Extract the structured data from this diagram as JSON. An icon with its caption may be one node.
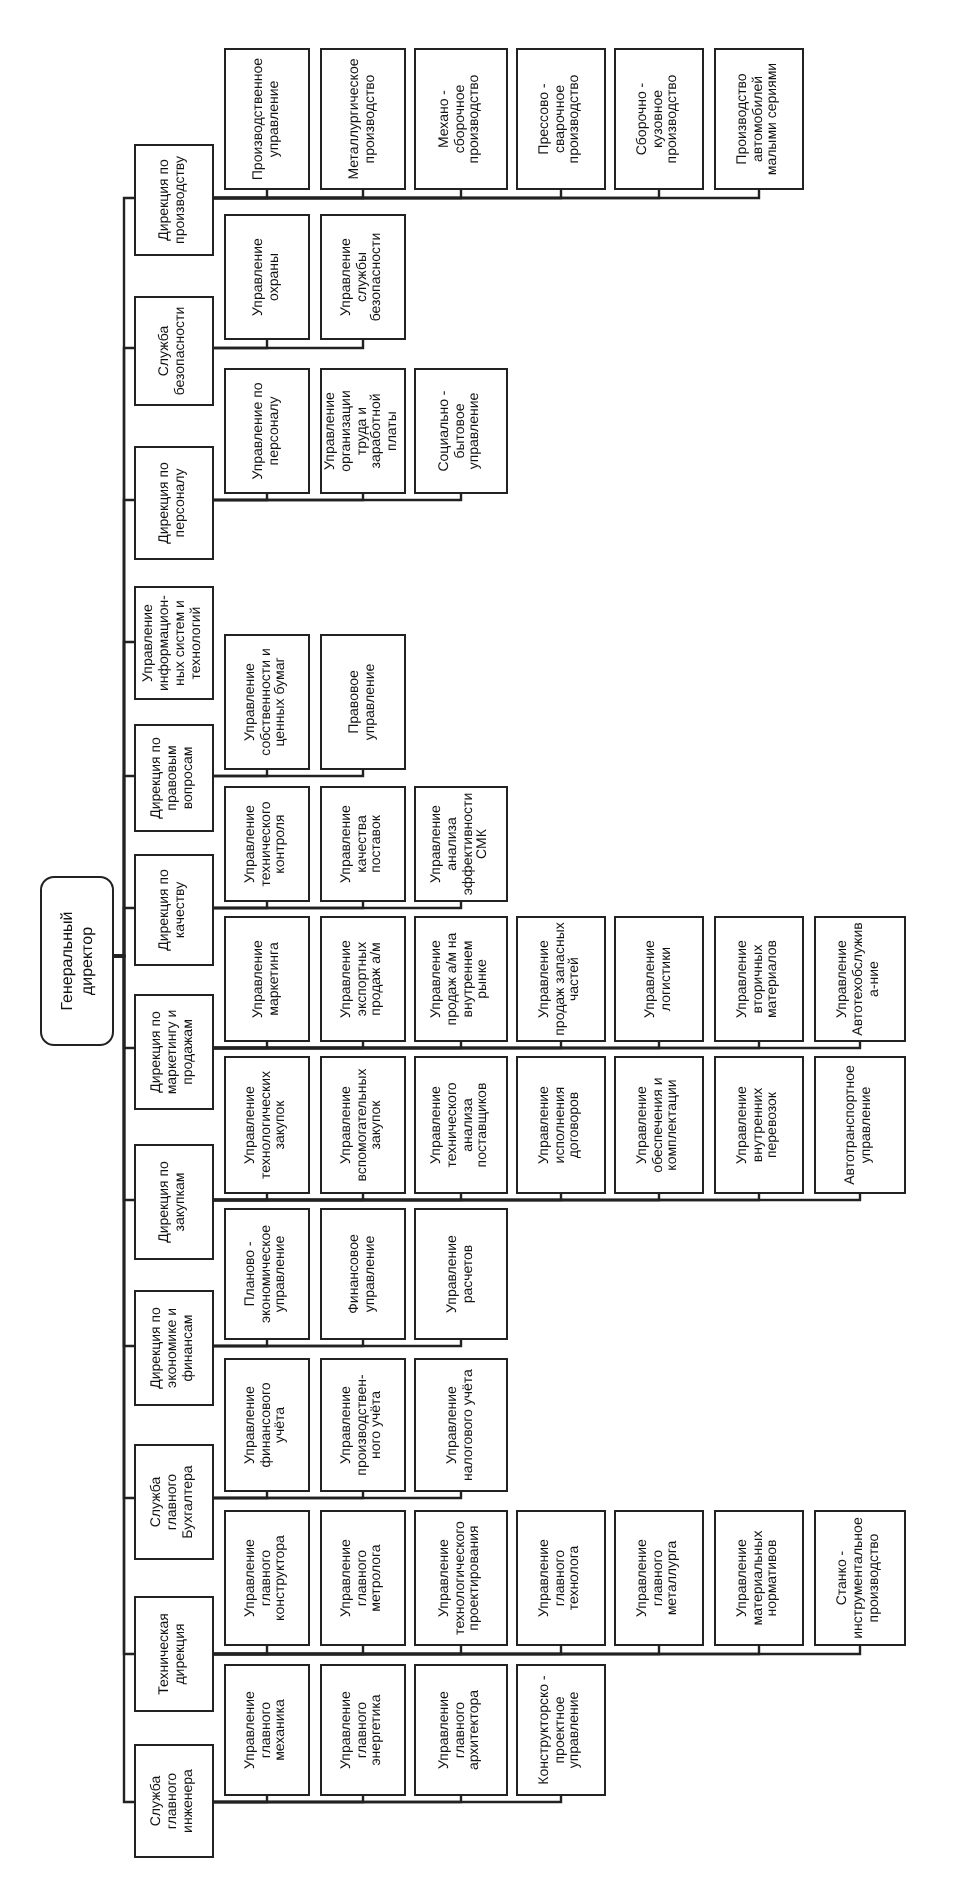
{
  "diagram": {
    "nodes": [
      {
        "text": [
          "Генеральный директор"
        ]
      },
      {
        "text": [
          "Дирекция по производству"
        ]
      },
      {
        "text": [
          "Служба безопасности"
        ]
      },
      {
        "text": [
          "Дирекция по персоналу"
        ]
      },
      {
        "text": [
          "Управление информацион-ных систем и технологий"
        ]
      },
      {
        "text": [
          "Дирекция по правовым вопросам"
        ]
      },
      {
        "text": [
          "Дирекция по качеству"
        ]
      },
      {
        "text": [
          "Дирекция по маркетингу и продажам"
        ]
      },
      {
        "text": [
          "Дирекция по закупкам"
        ]
      },
      {
        "text": [
          "Дирекция по экономике и финансам"
        ]
      },
      {
        "text": [
          "Служба главного Бухгалтера"
        ]
      },
      {
        "text": [
          "Техническая дирекция"
        ]
      },
      {
        "text": [
          "Служба главного инженера"
        ]
      },
      {
        "text": [
          "Производственное управление"
        ]
      },
      {
        "text": [
          "Металлургическое производство"
        ]
      },
      {
        "text": [
          "Механо - сборочное производство"
        ]
      },
      {
        "text": [
          "Прессово - сварочное производство"
        ]
      },
      {
        "text": [
          "Сборочно - кузовное производство"
        ]
      },
      {
        "text": [
          "Производство автомобилей малыми сериями"
        ]
      },
      {
        "text": [
          "Управление охраны"
        ]
      },
      {
        "text": [
          "Управление службы безопасности"
        ]
      },
      {
        "text": [
          "Управление по персоналу"
        ]
      },
      {
        "text": [
          "Управление организации труда и заработной платы"
        ]
      },
      {
        "text": [
          "Социально - бытовое управление"
        ]
      },
      {
        "text": [
          "Управление собственности и ценных бумаг"
        ]
      },
      {
        "text": [
          "Правовое управление"
        ]
      },
      {
        "text": [
          "Управление технического контроля"
        ]
      },
      {
        "text": [
          "Управление качества поставок"
        ]
      },
      {
        "text": [
          "Управление анализа эффективности СМК"
        ]
      },
      {
        "text": [
          "Управление маркетинга"
        ]
      },
      {
        "text": [
          "Управление экспортных продаж а/м"
        ]
      },
      {
        "text": [
          "Управление продаж а/м на внутреннем рынке"
        ]
      },
      {
        "text": [
          "Управление продаж запасных частей"
        ]
      },
      {
        "text": [
          "Управление логистики"
        ]
      },
      {
        "text": [
          "Управление вторичных материалов"
        ]
      },
      {
        "text": [
          "Управление Автотехобслужива-ние"
        ]
      },
      {
        "text": [
          "Управление технологических закупок"
        ]
      },
      {
        "text": [
          "Управление вспомогательных закупок"
        ]
      },
      {
        "text": [
          "Управление технического анализа поставщиков"
        ]
      },
      {
        "text": [
          "Управление исполнения договоров"
        ]
      },
      {
        "text": [
          "Управление обеспечения и комплектации"
        ]
      },
      {
        "text": [
          "Управление внутренних перевозок"
        ]
      },
      {
        "text": [
          "Автотранспортное управление"
        ]
      },
      {
        "text": [
          "Планово - экономическое управление"
        ]
      },
      {
        "text": [
          "Финансовое управление"
        ]
      },
      {
        "text": [
          "Управление расчетов"
        ]
      },
      {
        "text": [
          "Управление финансового учёта"
        ]
      },
      {
        "text": [
          "Управление производствен-ного учёта"
        ]
      },
      {
        "text": [
          "Управление налогового учёта"
        ]
      },
      {
        "text": [
          "Управление главного конструктора"
        ]
      },
      {
        "text": [
          "Управление главного метролога"
        ]
      },
      {
        "text": [
          "Управление технологического проектирования"
        ]
      },
      {
        "text": [
          "Управление главного технолога"
        ]
      },
      {
        "text": [
          "Управление главного металлурга"
        ]
      },
      {
        "text": [
          "Управление материальных нормативов"
        ]
      },
      {
        "text": [
          "Станко - инструментальное производство"
        ]
      },
      {
        "text": [
          "Управление главного механика"
        ]
      },
      {
        "text": [
          "Управление главного энергетика"
        ]
      },
      {
        "text": [
          "Управление главного архитектора"
        ]
      },
      {
        "text": [
          "Конструкторско - проектное управление"
        ]
      }
    ],
    "edges": [
      {
        "from": 0,
        "to": 1,
        "arrow": "none"
      },
      {
        "from": 0,
        "to": 2,
        "arrow": "none"
      },
      {
        "from": 0,
        "to": 3,
        "arrow": "none"
      },
      {
        "from": 0,
        "to": 4,
        "arrow": "none"
      },
      {
        "from": 0,
        "to": 5,
        "arrow": "none"
      },
      {
        "from": 0,
        "to": 6,
        "arrow": "none"
      },
      {
        "from": 0,
        "to": 7,
        "arrow": "none"
      },
      {
        "from": 0,
        "to": 8,
        "arrow": "none"
      },
      {
        "from": 0,
        "to": 9,
        "arrow": "none"
      },
      {
        "from": 0,
        "to": 10,
        "arrow": "none"
      },
      {
        "from": 0,
        "to": 11,
        "arrow": "none"
      },
      {
        "from": 0,
        "to": 12,
        "arrow": "none"
      },
      {
        "from": 1,
        "to": 13,
        "arrow": "none"
      },
      {
        "from": 1,
        "to": 14,
        "arrow": "none"
      },
      {
        "from": 1,
        "to": 15,
        "arrow": "none"
      },
      {
        "from": 1,
        "to": 16,
        "arrow": "none"
      },
      {
        "from": 1,
        "to": 17,
        "arrow": "none"
      },
      {
        "from": 1,
        "to": 18,
        "arrow": "none"
      },
      {
        "from": 2,
        "to": 19,
        "arrow": "none"
      },
      {
        "from": 2,
        "to": 20,
        "arrow": "none"
      },
      {
        "from": 3,
        "to": 21,
        "arrow": "none"
      },
      {
        "from": 3,
        "to": 22,
        "arrow": "none"
      },
      {
        "from": 3,
        "to": 23,
        "arrow": "none"
      },
      {
        "from": 5,
        "to": 24,
        "arrow": "none"
      },
      {
        "from": 5,
        "to": 25,
        "arrow": "none"
      },
      {
        "from": 6,
        "to": 26,
        "arrow": "none"
      },
      {
        "from": 6,
        "to": 27,
        "arrow": "none"
      },
      {
        "from": 6,
        "to": 28,
        "arrow": "none"
      },
      {
        "from": 7,
        "to": 29,
        "arrow": "none"
      },
      {
        "from": 7,
        "to": 30,
        "arrow": "none"
      },
      {
        "from": 7,
        "to": 31,
        "arrow": "none"
      },
      {
        "from": 7,
        "to": 32,
        "arrow": "none"
      },
      {
        "from": 7,
        "to": 33,
        "arrow": "none"
      },
      {
        "from": 7,
        "to": 34,
        "arrow": "none"
      },
      {
        "from": 7,
        "to": 35,
        "arrow": "none"
      },
      {
        "from": 8,
        "to": 36,
        "arrow": "none"
      },
      {
        "from": 8,
        "to": 37,
        "arrow": "none"
      },
      {
        "from": 8,
        "to": 38,
        "arrow": "none"
      },
      {
        "from": 8,
        "to": 39,
        "arrow": "none"
      },
      {
        "from": 8,
        "to": 40,
        "arrow": "none"
      },
      {
        "from": 8,
        "to": 41,
        "arrow": "none"
      },
      {
        "from": 8,
        "to": 42,
        "arrow": "none"
      },
      {
        "from": 9,
        "to": 43,
        "arrow": "none"
      },
      {
        "from": 9,
        "to": 44,
        "arrow": "none"
      },
      {
        "from": 9,
        "to": 45,
        "arrow": "none"
      },
      {
        "from": 10,
        "to": 46,
        "arrow": "none"
      },
      {
        "from": 10,
        "to": 47,
        "arrow": "none"
      },
      {
        "from": 10,
        "to": 48,
        "arrow": "none"
      },
      {
        "from": 11,
        "to": 49,
        "arrow": "none"
      },
      {
        "from": 11,
        "to": 50,
        "arrow": "none"
      },
      {
        "from": 11,
        "to": 51,
        "arrow": "none"
      },
      {
        "from": 11,
        "to": 52,
        "arrow": "none"
      },
      {
        "from": 11,
        "to": 53,
        "arrow": "none"
      },
      {
        "from": 11,
        "to": 54,
        "arrow": "none"
      },
      {
        "from": 11,
        "to": 55,
        "arrow": "none"
      },
      {
        "from": 12,
        "to": 56,
        "arrow": "none"
      },
      {
        "from": 12,
        "to": 57,
        "arrow": "none"
      },
      {
        "from": 12,
        "to": 58,
        "arrow": "none"
      },
      {
        "from": 12,
        "to": 59,
        "arrow": "none"
      }
    ]
  }
}
